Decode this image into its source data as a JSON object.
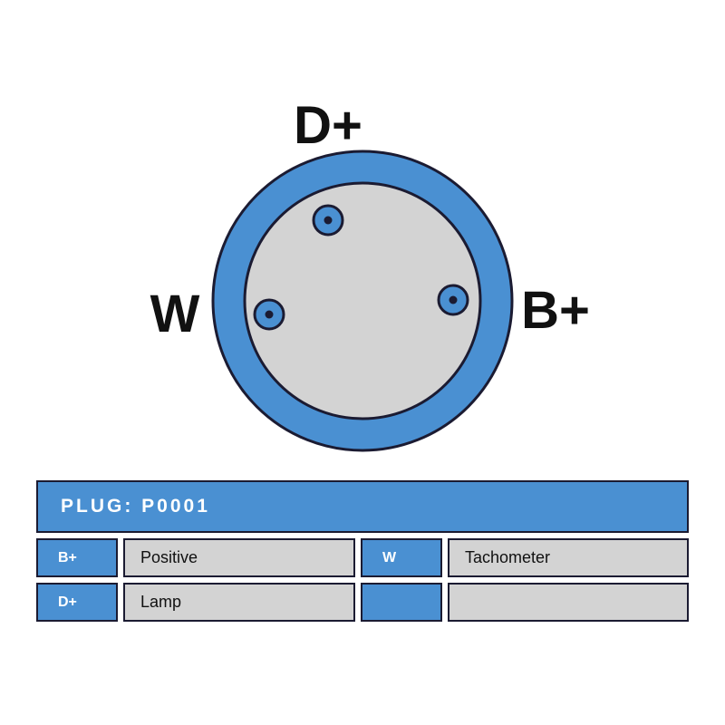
{
  "colors": {
    "blue": "#4a90d2",
    "gray": "#d3d3d3",
    "outline": "#1b1b32"
  },
  "connector": {
    "pins": [
      {
        "label": "D+"
      },
      {
        "label": "W"
      },
      {
        "label": "B+"
      }
    ]
  },
  "table": {
    "title": "PLUG: P0001",
    "rows": [
      {
        "cells": [
          {
            "key": "B+",
            "value": "Positive"
          },
          {
            "key": "W",
            "value": "Tachometer"
          }
        ]
      },
      {
        "cells": [
          {
            "key": "D+",
            "value": "Lamp"
          },
          {
            "key": "",
            "value": ""
          }
        ]
      }
    ]
  }
}
